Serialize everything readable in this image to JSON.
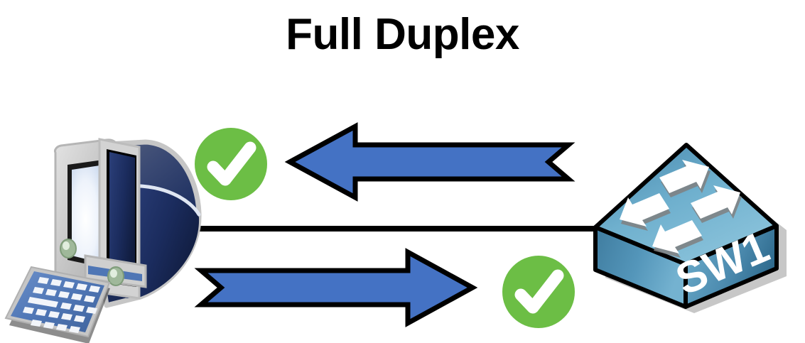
{
  "diagram": {
    "title": "Full Duplex",
    "type": "network-topology",
    "description": "Full duplex link between a PC and a switch: simultaneous send and receive, both directions allowed",
    "colors": {
      "arrow_blue": "#4472C4",
      "arrow_outline": "#000000",
      "check_green": "#6CBE45",
      "check_white": "#FFFFFF",
      "switch_blue_light": "#7FB8D4",
      "switch_blue_mid": "#4A8FB5",
      "switch_blue_dark": "#3D7B9E",
      "cable_black": "#000000",
      "monitor_grey": "#C6C6C6",
      "monitor_navy": "#243A6B",
      "screen_light": "#FFFFFF",
      "keyboard_blue": "#4F76B5",
      "background": "#FFFFFF"
    },
    "nodes": [
      {
        "id": "pc",
        "name": "computer",
        "label": "",
        "icon": "crt-monitor-and-keyboard",
        "side": "left"
      },
      {
        "id": "sw1",
        "name": "switch",
        "label": "SW1",
        "icon": "switch-isometric-box",
        "side": "right"
      }
    ],
    "link": {
      "name": "ethernet-cable",
      "style": "solid",
      "color": "#000000",
      "thickness": 8
    },
    "flows": [
      {
        "id": "receive",
        "name": "switch-to-pc-arrow",
        "direction": "left",
        "label": "",
        "status": "allowed",
        "status_icon": "check-circle"
      },
      {
        "id": "transmit",
        "name": "pc-to-switch-arrow",
        "direction": "right",
        "label": "",
        "status": "allowed",
        "status_icon": "check-circle"
      }
    ],
    "status_markers": [
      {
        "id": "check-top",
        "name": "check-circle-top",
        "symbol": "check",
        "meaning": "allowed"
      },
      {
        "id": "check-bottom",
        "name": "check-circle-bottom",
        "symbol": "check",
        "meaning": "allowed"
      }
    ],
    "switch_top_arrows": {
      "count": 4,
      "color": "#FFFFFF",
      "directions": [
        "up-right",
        "up-right",
        "down-left",
        "down-left"
      ]
    }
  }
}
